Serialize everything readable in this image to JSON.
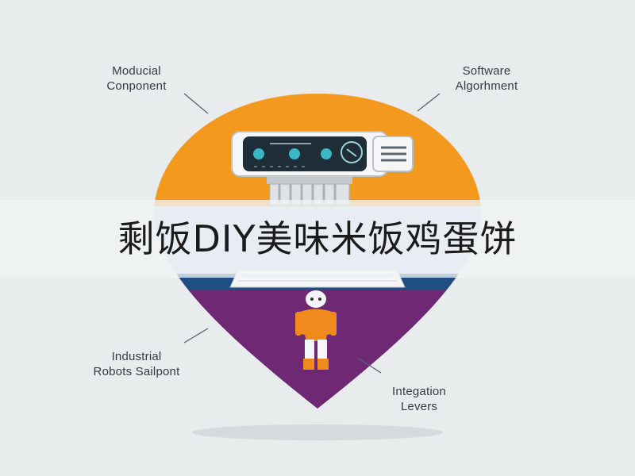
{
  "callouts": {
    "top_left": [
      "Moducial",
      "Conponent"
    ],
    "top_right": [
      "Software",
      "Algorhment"
    ],
    "bottom_left": [
      "Industrial",
      "Robots Sailpont"
    ],
    "bottom_right": [
      "Integation",
      "Levers"
    ]
  },
  "banner": {
    "title": "剩饭DIY美味米饭鸡蛋饼"
  },
  "colors": {
    "background": "#e9eced",
    "orange": "#f39a1e",
    "purple": "#6e2874",
    "navy": "#1f4e82",
    "light_blue": "#c9d7e8",
    "figure_orange": "#f08a1c"
  },
  "icons": [
    "robot-head-device",
    "chip-base",
    "keyboard-plate",
    "person-figure"
  ]
}
